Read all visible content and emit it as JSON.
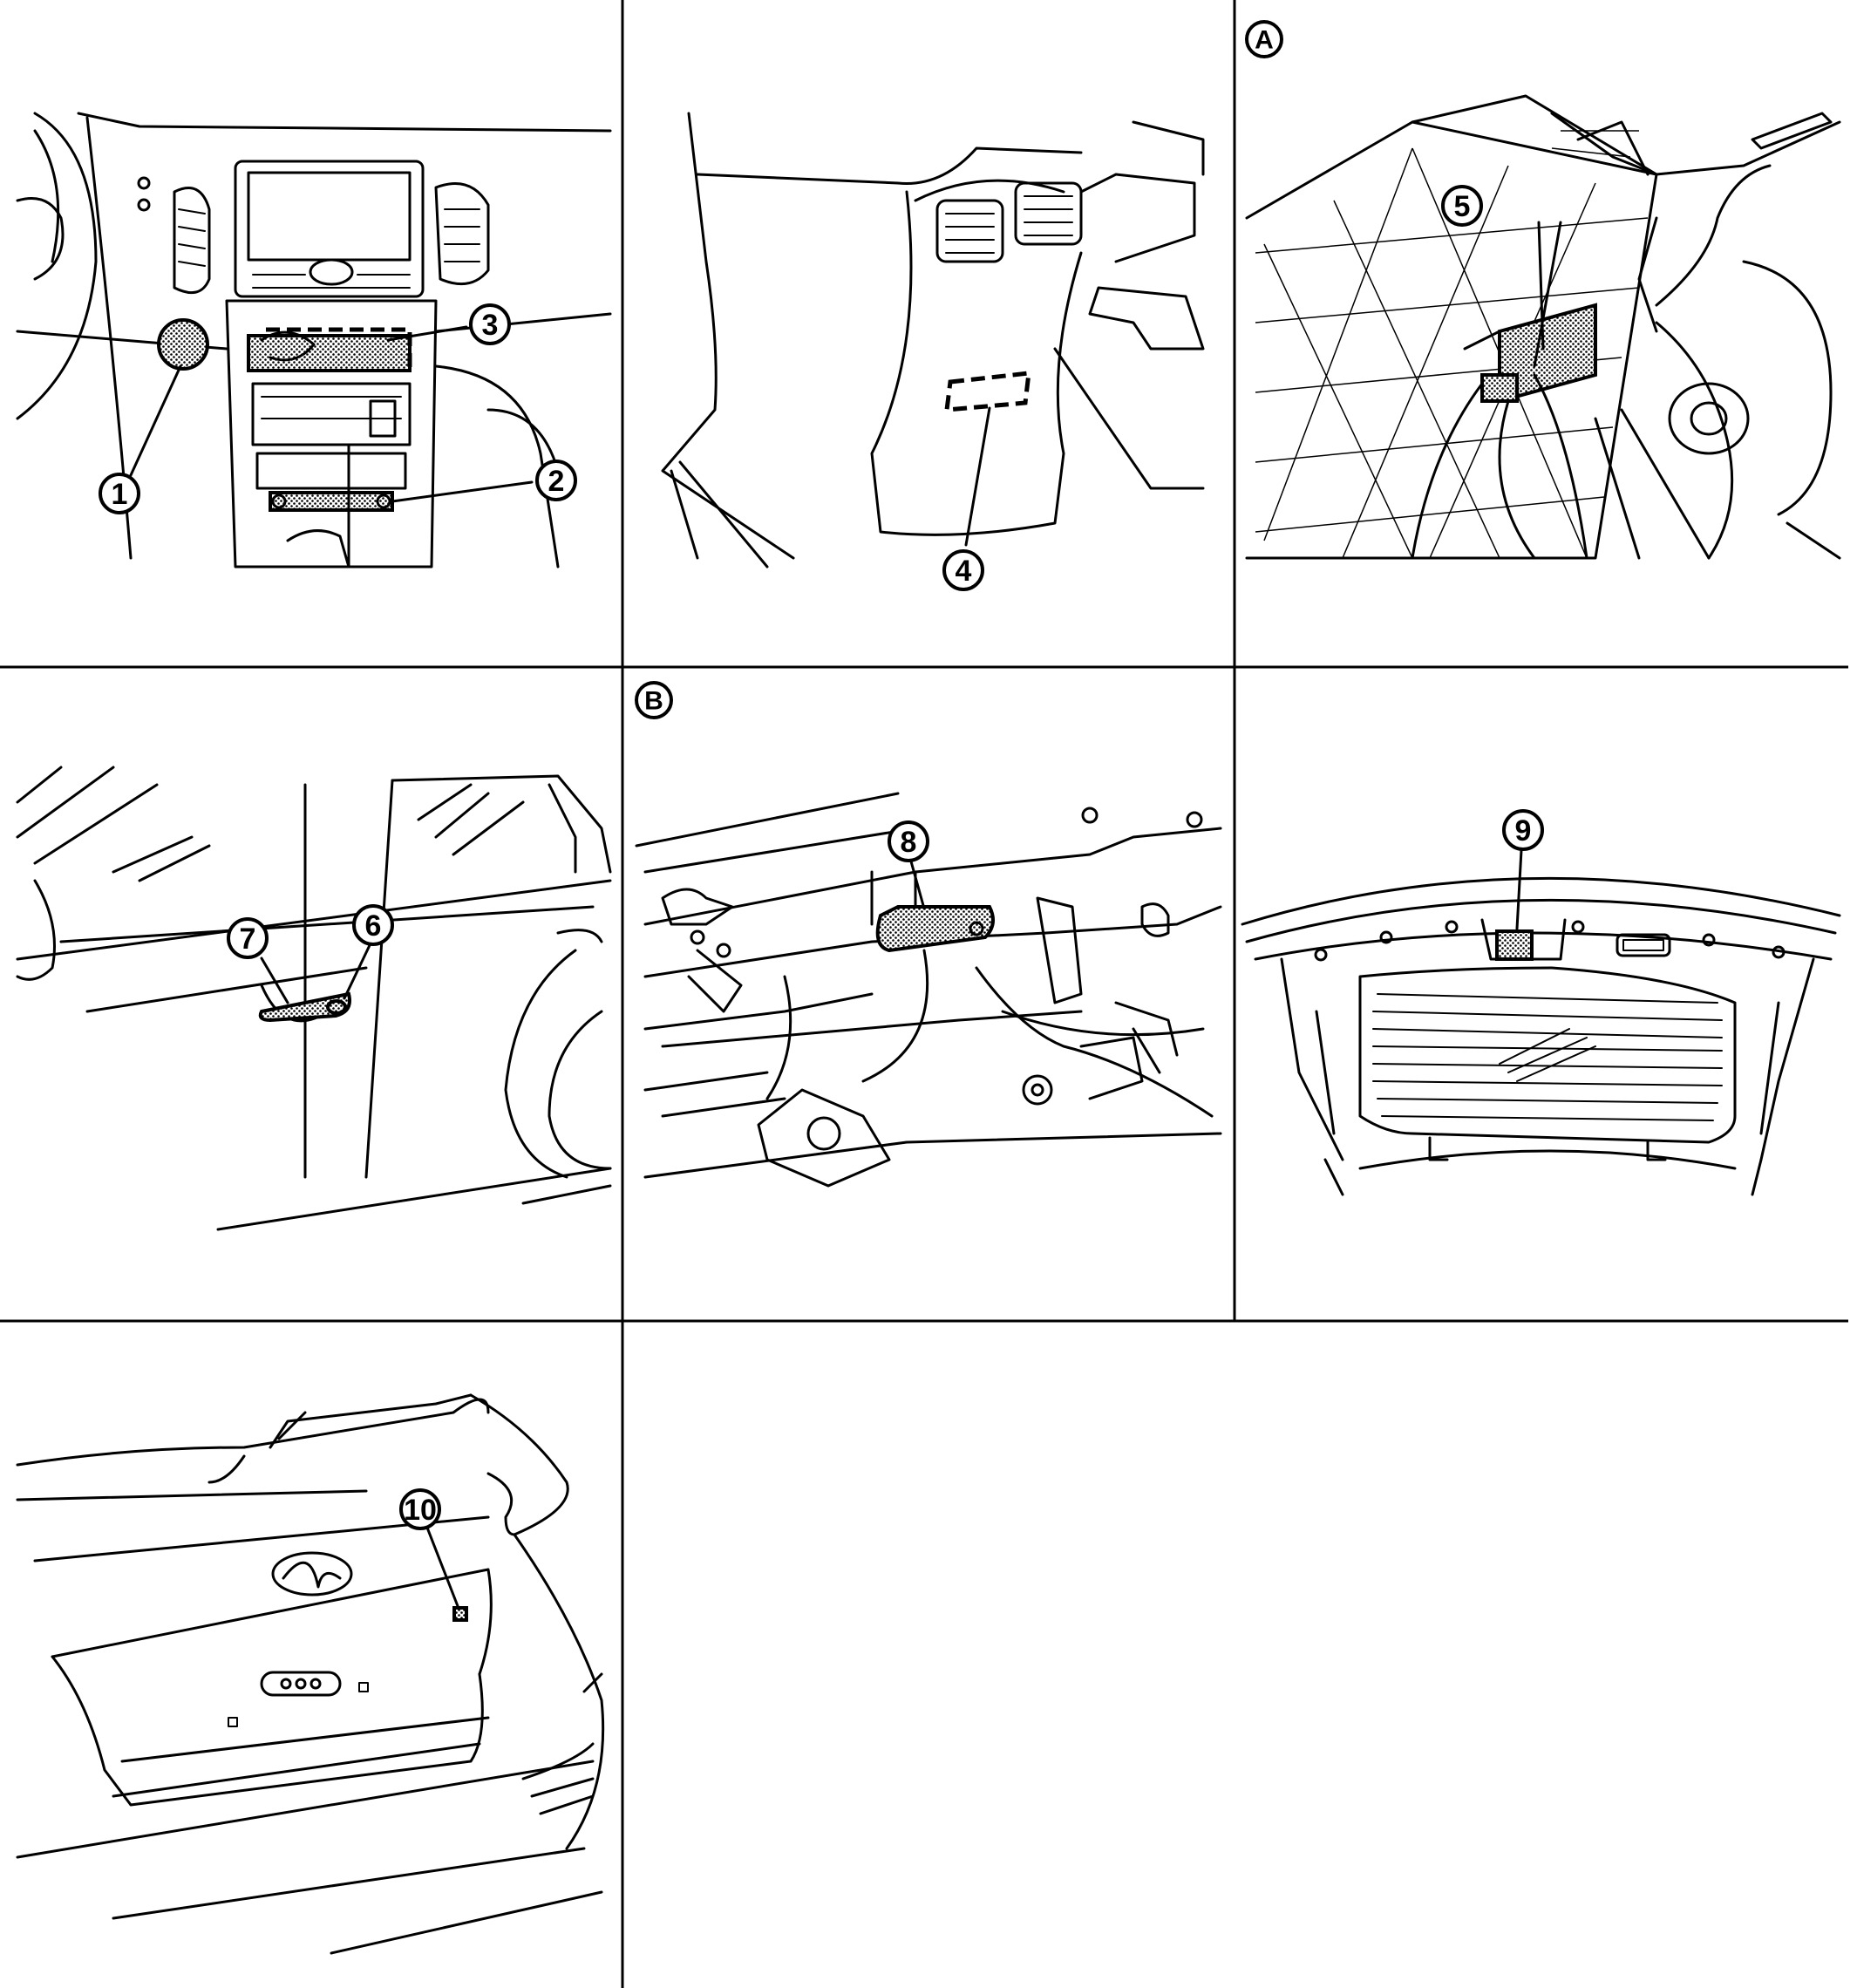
{
  "panels": [
    {
      "id": "dashboard",
      "section": "",
      "callouts": [
        "1",
        "2",
        "3"
      ]
    },
    {
      "id": "rear-console",
      "section": "",
      "callouts": [
        "4"
      ]
    },
    {
      "id": "luggage-floor",
      "section": "A",
      "callouts": [
        "5"
      ]
    },
    {
      "id": "front-door",
      "section": "",
      "callouts": [
        "6",
        "7"
      ]
    },
    {
      "id": "back-door-inner",
      "section": "B",
      "callouts": [
        "8"
      ]
    },
    {
      "id": "back-door-open",
      "section": "",
      "callouts": [
        "9"
      ]
    },
    {
      "id": "back-door-outer",
      "section": "",
      "callouts": [
        "10"
      ]
    }
  ],
  "labels": {
    "c1": "1",
    "c2": "2",
    "c3": "3",
    "c4": "4",
    "c5": "5",
    "c6": "6",
    "c7": "7",
    "c8": "8",
    "c9": "9",
    "c10": "10",
    "secA": "A",
    "secB": "B"
  }
}
